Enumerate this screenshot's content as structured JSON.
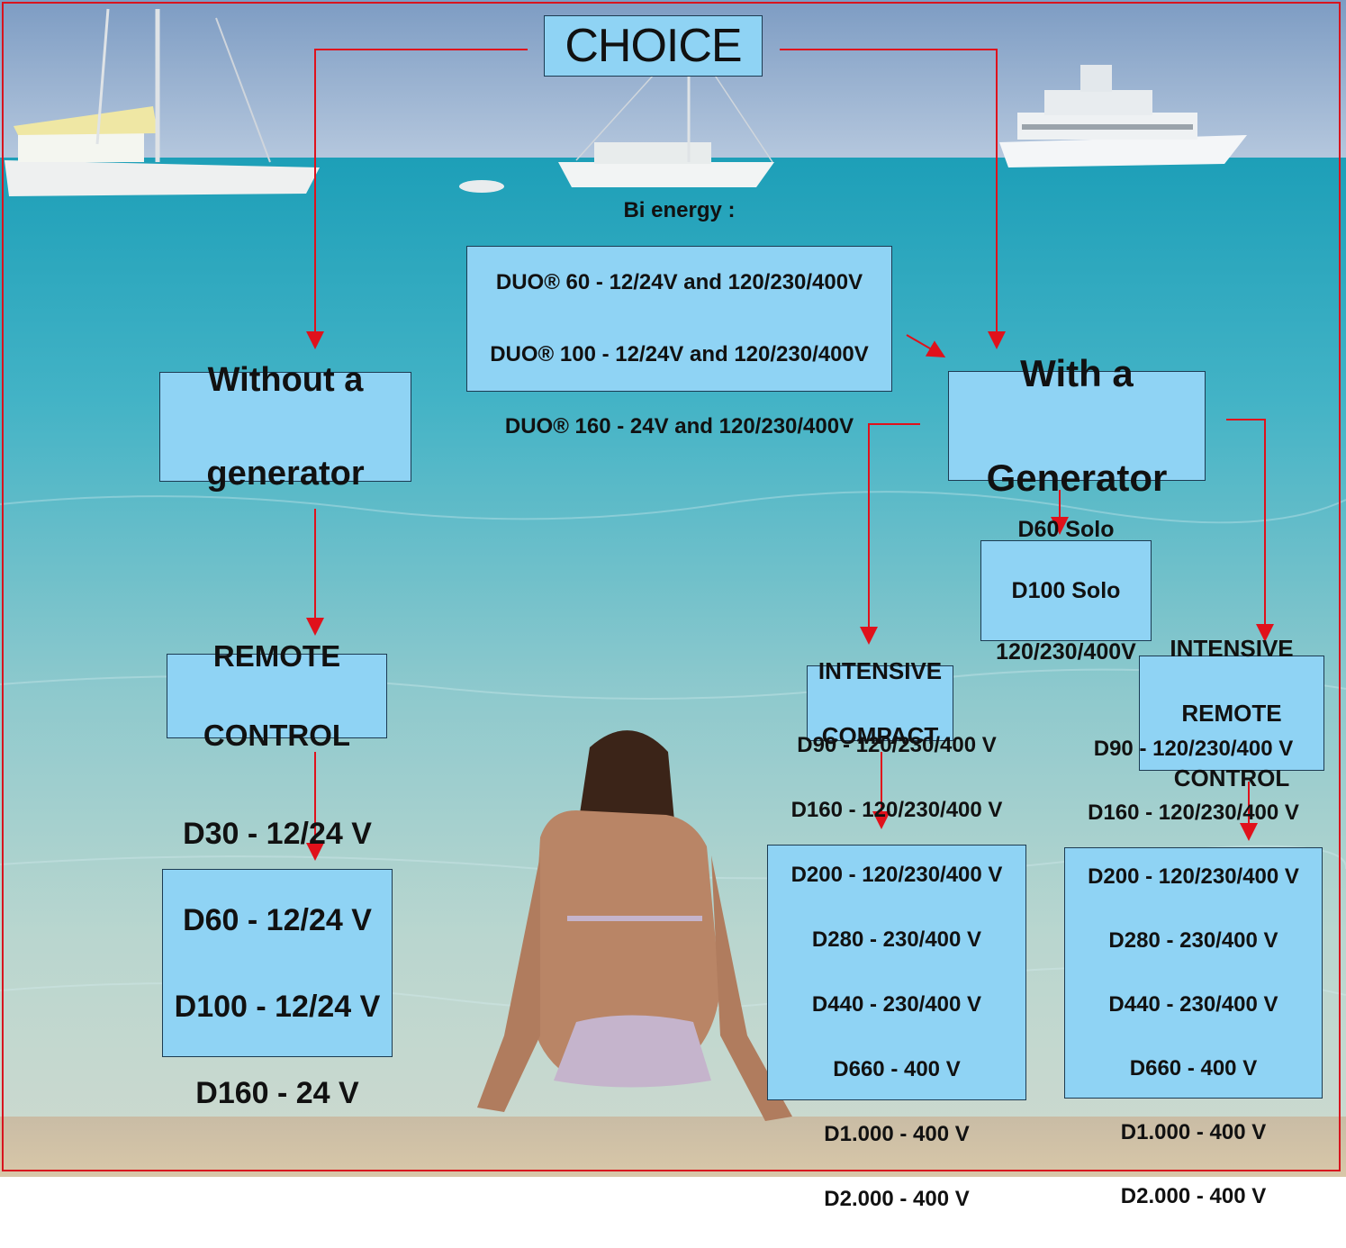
{
  "colors": {
    "arrow": "#e0111b",
    "box_fill": "#8fd3f4",
    "frame": "#d8141e"
  },
  "choice": "CHOICE",
  "bi_energy": [
    "Bi energy :",
    "DUO® 60 - 12/24V and 120/230/400V",
    "DUO® 100 - 12/24V and 120/230/400V",
    "DUO® 160 - 24V and 120/230/400V"
  ],
  "without_generator": [
    "Without a",
    "generator"
  ],
  "with_generator": [
    "With a",
    "Generator"
  ],
  "solo": [
    "D60 Solo",
    "D100 Solo",
    "120/230/400V"
  ],
  "remote_control": [
    "REMOTE",
    "CONTROL"
  ],
  "intensive_compact": [
    "INTENSIVE",
    "COMPACT"
  ],
  "intensive_remote_control": [
    "INTENSIVE",
    "REMOTE",
    "CONTROL"
  ],
  "remote_control_models": [
    "D30 - 12/24 V",
    "D60 - 12/24 V",
    "D100 - 12/24 V",
    "D160 - 24 V"
  ],
  "intensive_compact_models": [
    "D90 - 120/230/400 V",
    "D160 - 120/230/400 V",
    "D200 - 120/230/400 V",
    "D280 - 230/400 V",
    "D440 - 230/400 V",
    "D660 - 400 V",
    "D1.000 - 400 V",
    "D2.000 - 400 V"
  ],
  "intensive_remote_models": [
    "D90 - 120/230/400 V",
    "D160 - 120/230/400 V",
    "D200 - 120/230/400 V",
    "D280 - 230/400 V",
    "D440 - 230/400 V",
    "D660 - 400 V",
    "D1.000 - 400 V",
    "D2.000 - 400 V"
  ]
}
